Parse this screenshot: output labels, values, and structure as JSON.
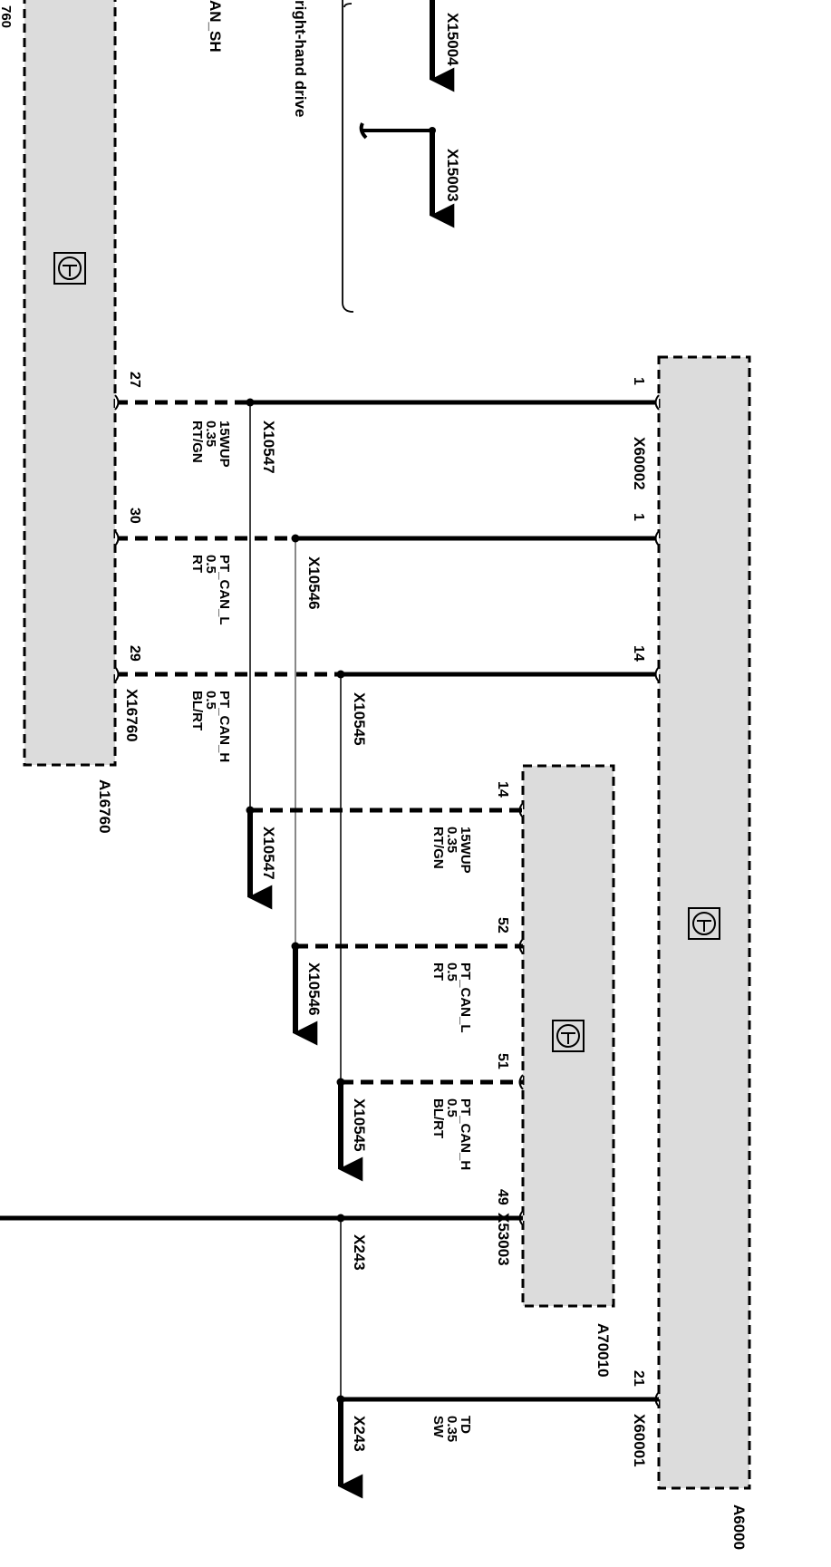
{
  "labels": {
    "top_can_sh": "AN_SH",
    "top_corner": "760",
    "right_hand_drive": "right-hand drive"
  },
  "splices": {
    "x15004": "X15004",
    "x15003": "X15003",
    "x10547": "X10547",
    "x10546": "X10546",
    "x10545": "X10545",
    "x243": "X243"
  },
  "modules": {
    "a16760": {
      "name": "A16760",
      "connector": "X16760"
    },
    "a6000": {
      "name": "A6000",
      "connector_top": "X60002",
      "connector_bottom": "X60001"
    },
    "a70010": {
      "name": "A70010",
      "connector": "X53003"
    }
  },
  "wires": {
    "w15wup": {
      "signal": "15WUP",
      "size": "0.35",
      "color": "RT/GN"
    },
    "wptcanl": {
      "signal": "PT_CAN_L",
      "size": "0.5",
      "color": "RT"
    },
    "wptcanh": {
      "signal": "PT_CAN_H",
      "size": "0.5",
      "color": "BL/RT"
    },
    "w15wup_b": {
      "signal": "15WUP",
      "size": "0.35",
      "color": "RT/GN"
    },
    "wptcanl_b": {
      "signal": "PT_CAN_L",
      "size": "0.5",
      "color": "RT"
    },
    "wptcanh_b": {
      "signal": "PT_CAN_H",
      "size": "0.5",
      "color": "BL/RT"
    },
    "wtd": {
      "signal": "TD",
      "size": "0.35",
      "color": "SW"
    }
  },
  "pins": {
    "a16760_27": "27",
    "a16760_30": "30",
    "a16760_29": "29",
    "a6000_1a": "1",
    "a6000_1b": "1",
    "a6000_14": "14",
    "a6000_21": "21",
    "a70010_14": "14",
    "a70010_52": "52",
    "a70010_51": "51",
    "a70010_49": "49"
  },
  "colors": {
    "module_fill": "#dcdcdc",
    "line": "#000000",
    "thin_gray": "#888888"
  }
}
